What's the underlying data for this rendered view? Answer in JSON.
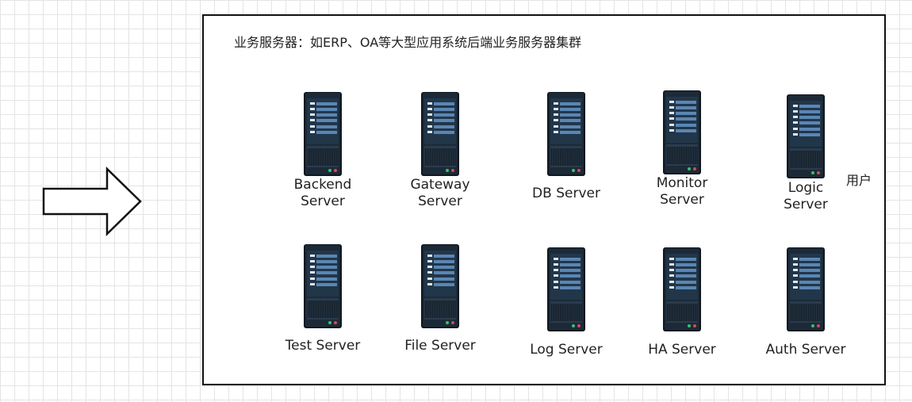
{
  "box_title": "业务服务器：如ERP、OA等大型应用系统后端业务服务器集群",
  "side_text": "用户",
  "servers": [
    {
      "label": "Backend\nServer",
      "icon": "server-icon"
    },
    {
      "label": "Gateway\nServer",
      "icon": "server-icon"
    },
    {
      "label": "DB Server",
      "icon": "server-icon"
    },
    {
      "label": "Monitor\nServer",
      "icon": "server-icon"
    },
    {
      "label": "Logic\nServer",
      "icon": "server-icon"
    },
    {
      "label": "Test Server",
      "icon": "server-icon"
    },
    {
      "label": "File Server",
      "icon": "server-icon"
    },
    {
      "label": "Log Server",
      "icon": "server-icon"
    },
    {
      "label": "HA Server",
      "icon": "server-icon"
    },
    {
      "label": "Auth Server",
      "icon": "server-icon"
    }
  ],
  "colors": {
    "server_body": "#1c2a38",
    "server_panel": "#5a86b3",
    "led_red": "#d84a4a",
    "led_green": "#3fbf6a"
  }
}
